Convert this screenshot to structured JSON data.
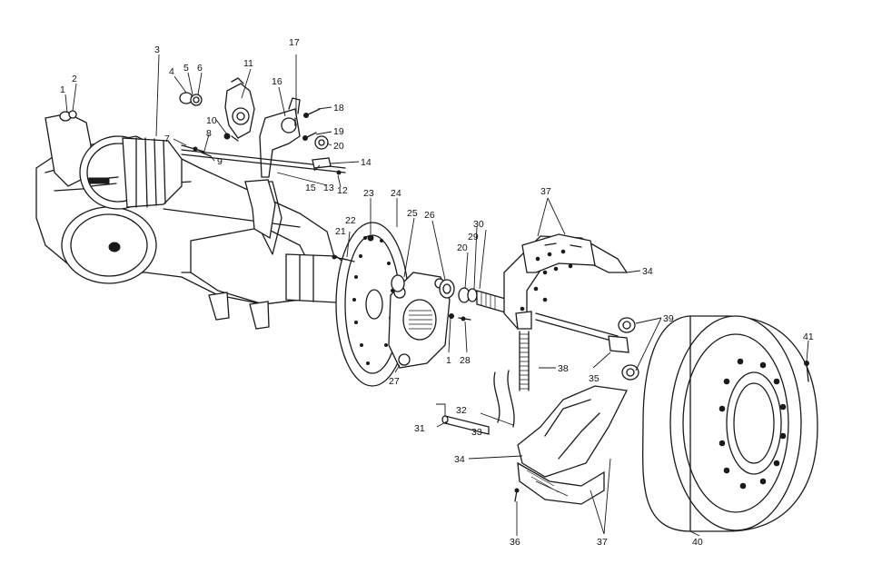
{
  "labels": {
    "l1a": "1",
    "l2": "2",
    "l3": "3",
    "l4": "4",
    "l5": "5",
    "l6": "6",
    "l7": "7",
    "l8": "8",
    "l9": "9",
    "l10": "10",
    "l11": "11",
    "l12": "12",
    "l13": "13",
    "l14": "14",
    "l15": "15",
    "l16": "16",
    "l17": "17",
    "l18": "18",
    "l19": "19",
    "l20a": "20",
    "l20b": "20",
    "l21": "21",
    "l22": "22",
    "l23": "23",
    "l24": "24",
    "l25": "25",
    "l26": "26",
    "l27": "27",
    "l28": "28",
    "l29": "29",
    "l30": "30",
    "l31": "31",
    "l32": "32",
    "l33": "33",
    "l34a": "34",
    "l34b": "34",
    "l35": "35",
    "l36": "36",
    "l37a": "37",
    "l37b": "37",
    "l38": "38",
    "l39": "39",
    "l40": "40",
    "l41": "41",
    "l1b": "1"
  }
}
